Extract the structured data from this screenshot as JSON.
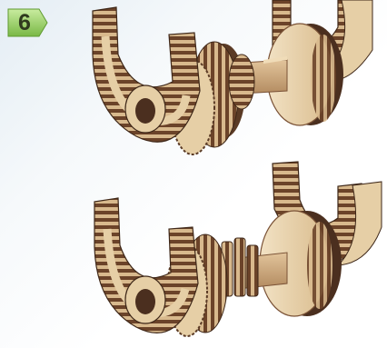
{
  "step": {
    "number": "6"
  },
  "colors": {
    "badge_light": "#b8e08a",
    "badge_dark": "#6fae3c",
    "wood_light": "#e6cfa6",
    "wood_dark": "#5a3a25",
    "wood_mid": "#8a5a3b",
    "axle": "#c9a57e"
  },
  "illustrations": [
    {
      "name": "assembly-gears-meshed"
    },
    {
      "name": "assembly-gears-detached"
    }
  ]
}
